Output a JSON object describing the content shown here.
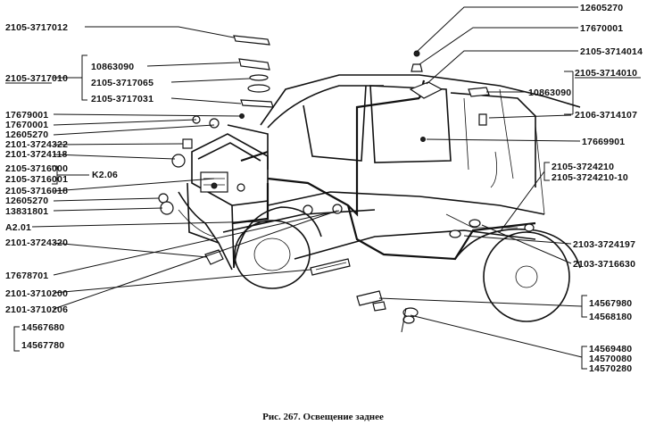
{
  "caption": "Рис. 267. Освещение заднее",
  "labels": {
    "l01": "2105-3717012",
    "l02": "2105-3717010",
    "l03": "10863090",
    "l04": "2105-3717065",
    "l05": "2105-3717031",
    "l06": "17679001",
    "l07": "17670001",
    "l08": "12605270",
    "l09": "2101-3724322",
    "l10": "2101-3724118",
    "l11": "2105-3716000",
    "l12": "2105-3716001",
    "l13": "K2.06",
    "l14": "2105-3716018",
    "l15": "12605270",
    "l16": "13831801",
    "l17": "A2.01",
    "l18": "2101-3724320",
    "l19": "17678701",
    "l20": "2101-3710200",
    "l21": "2101-3710206",
    "l22": "14567680",
    "l23": "14567780",
    "r01": "12605270",
    "r02": "17670001",
    "r03": "2105-3714014",
    "r04": "2105-3714010",
    "r05": "10863090",
    "r06": "2106-3714107",
    "r07": "17669901",
    "r08": "2105-3724210",
    "r09": "2105-3724210-10",
    "r10": "2103-3724197",
    "r11": "2103-3716630",
    "r12": "14567980",
    "r13": "14568180",
    "r14": "14569480",
    "r15": "14570080",
    "r16": "14570280"
  }
}
